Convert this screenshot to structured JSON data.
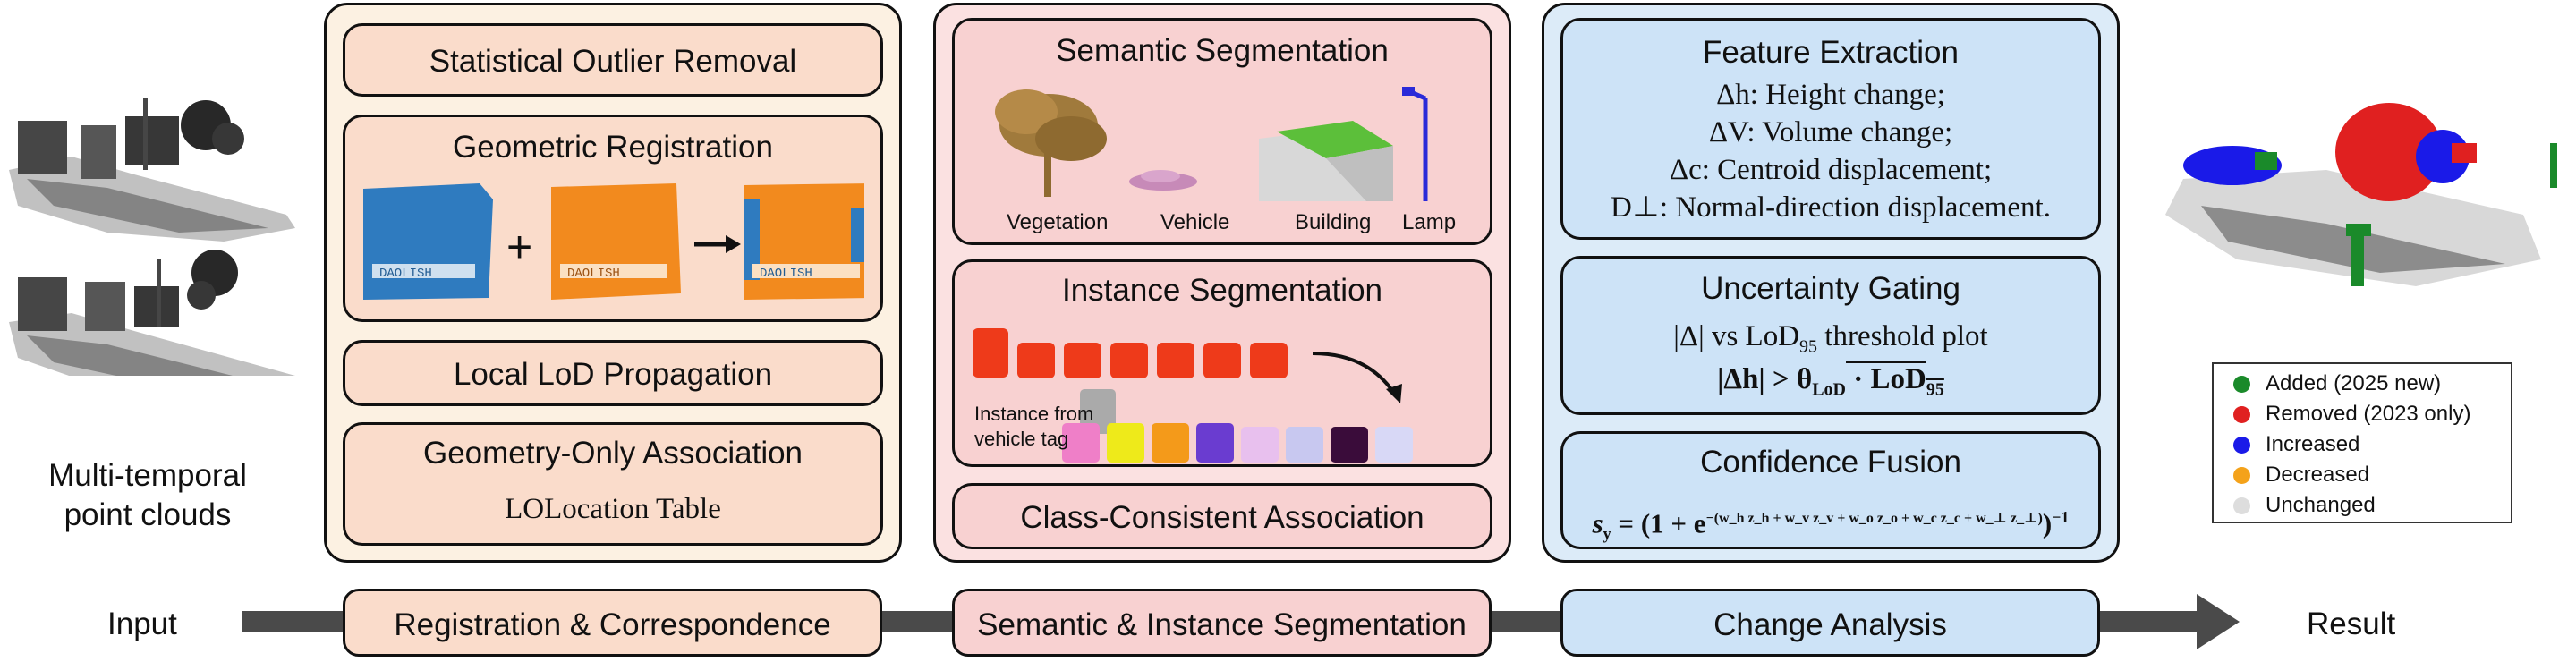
{
  "left": {
    "caption_line1": "Multi-temporal",
    "caption_line2": "point clouds"
  },
  "panel1": {
    "outlier": "Statistical Outlier Removal",
    "registration": "Geometric Registration",
    "plus": "+",
    "scan_tag": "DAOLISH",
    "lod": "Local LoD Propagation",
    "association": "Geometry-Only Association",
    "table": "LOLocation Table"
  },
  "panel2": {
    "semantic": "Semantic Segmentation",
    "classes": [
      "Vegetation",
      "Vehicle",
      "Building",
      "Lamp"
    ],
    "instance": "Instance Segmentation",
    "instance_note_line1": "Instance from",
    "instance_note_line2": "vehicle tag",
    "class_assoc": "Class-Consistent Association"
  },
  "panel3": {
    "feature": "Feature Extraction",
    "features": [
      "Δh: Height change;",
      "ΔV: Volume change;",
      "Δc: Centroid displacement;",
      "D⊥: Normal-direction displacement."
    ],
    "gating": "Uncertainty Gating",
    "gating_line1_a": "|Δ| vs LoD",
    "gating_line1_sub": "95",
    "gating_line1_b": " threshold plot",
    "gating_line2": "|Δh| > θ",
    "gating_line2_sub": "LoD",
    "gating_line2_b": " · LoD",
    "gating_line2_sub2": "95",
    "fusion": "Confidence Fusion",
    "fusion_formula_a": "s",
    "fusion_formula_sub": "y",
    "fusion_formula_b": " = (1 + e",
    "fusion_exponent": "−(w_h z_h + w_v z_v + w_o z_o + w_c z_c + w_⊥ z_⊥)",
    "fusion_formula_c": ")",
    "fusion_formula_sup": "−1"
  },
  "pipeline": {
    "input": "Input",
    "stage1": "Registration & Correspondence",
    "stage2": "Semantic & Instance Segmentation",
    "stage3": "Change Analysis",
    "result": "Result"
  },
  "legend": {
    "items": [
      {
        "label": "Added (2025 new)",
        "color": "#1a8a2a"
      },
      {
        "label": "Removed (2023 only)",
        "color": "#e02020"
      },
      {
        "label": "Increased",
        "color": "#1a1ae8"
      },
      {
        "label": "Decreased",
        "color": "#f4a21a"
      },
      {
        "label": "Unchanged",
        "color": "#dddddd"
      }
    ]
  },
  "colors": {
    "panel1": "#fcf1e2",
    "panel2": "#fbe1e1",
    "panel3": "#dcebf8",
    "scan_blue": "#2f7bbf",
    "scan_orange": "#f28a1e",
    "arrow": "#4a4a4a"
  }
}
